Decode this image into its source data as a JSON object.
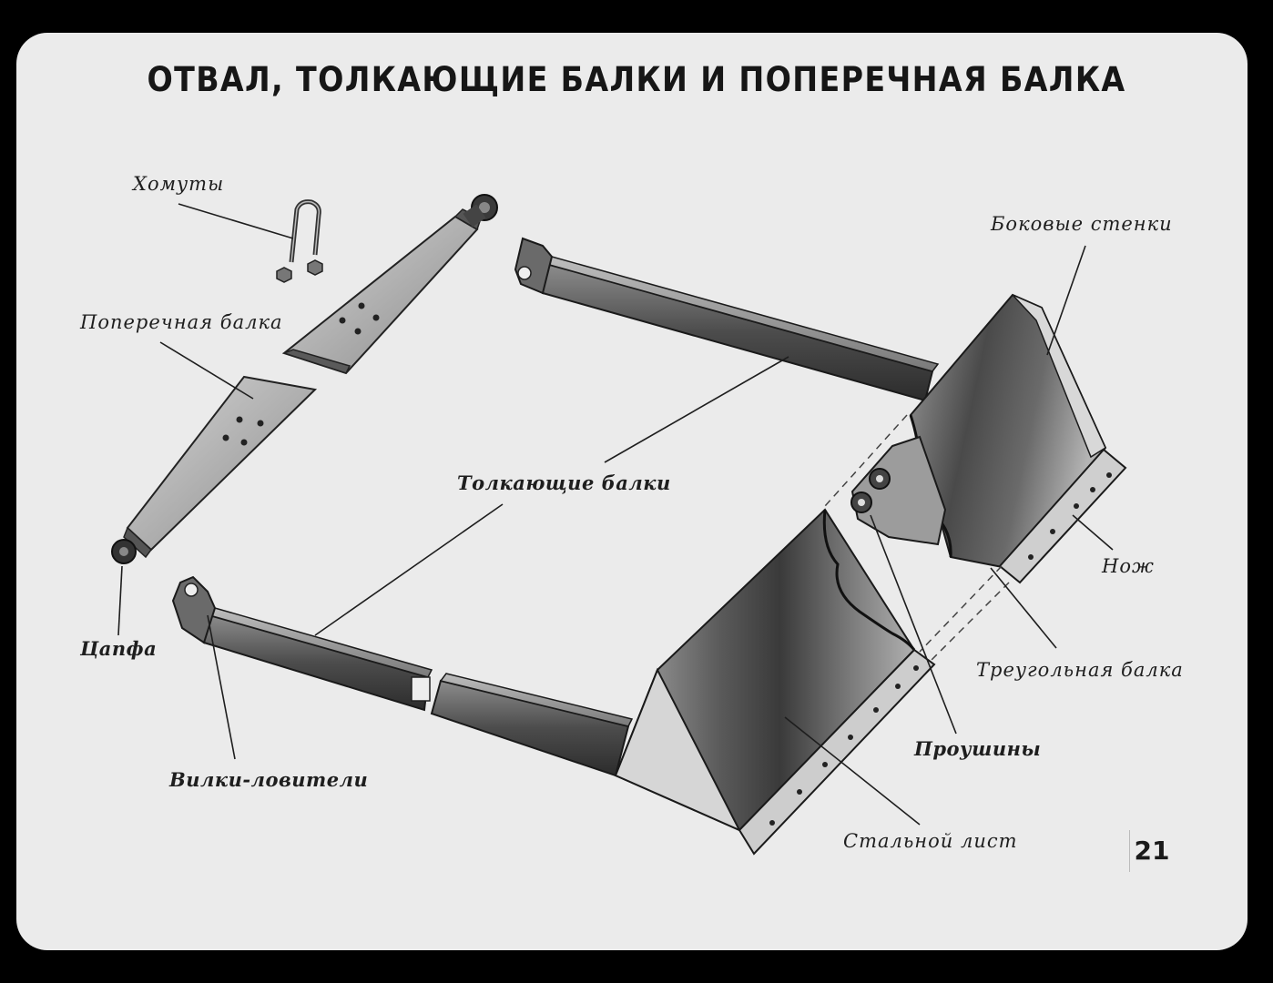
{
  "title": "ОТВАЛ, ТОЛКАЮЩИЕ БАЛКИ И ПОПЕРЕЧНАЯ БАЛКА",
  "page_number": "21",
  "labels": {
    "clamps": "Хомуты",
    "cross_beam": "Поперечная балка",
    "trunnion": "Цапфа",
    "push_beams": "Толкающие балки",
    "catch_forks": "Вилки-ловители",
    "side_walls": "Боковые стенки",
    "knife": "Нож",
    "triangular_beam": "Треугольная балка",
    "lugs": "Проушины",
    "steel_sheet": "Стальной лист"
  }
}
